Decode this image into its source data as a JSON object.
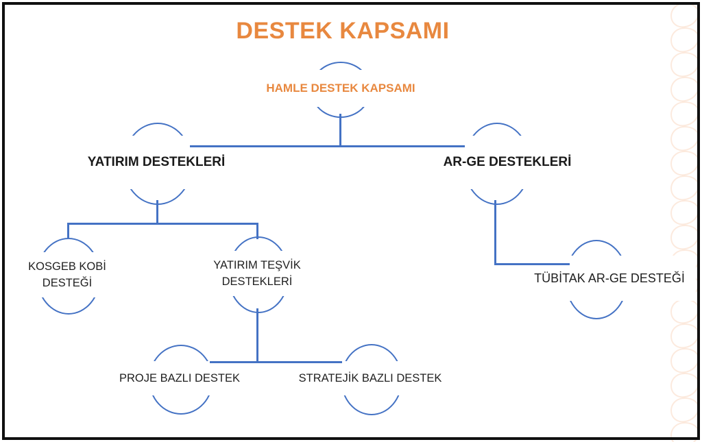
{
  "slide": {
    "title": "DESTEK KAPSAMI"
  },
  "colors": {
    "accent_orange": "#E8883F",
    "accent_blue": "#4472C4",
    "text_black": "#1a1a1a"
  },
  "diagram": {
    "root": {
      "label": "HAMLE DESTEK KAPSAMI"
    },
    "level1": {
      "yatirim": {
        "label": "YATIRIM DESTEKLERİ"
      },
      "arge": {
        "label": "AR-GE DESTEKLERİ"
      }
    },
    "level2": {
      "kosgeb": {
        "line1": "KOSGEB KOBİ",
        "line2": "DESTEĞİ"
      },
      "tesvik": {
        "line1": "YATIRIM TEŞVİK",
        "line2": "DESTEKLERİ"
      },
      "tubitak": {
        "label": "TÜBİTAK AR-GE DESTEĞİ"
      }
    },
    "level3": {
      "proje": {
        "label": "PROJE BAZLI DESTEK"
      },
      "stratejik": {
        "label": "STRATEJİK BAZLI DESTEK"
      }
    }
  }
}
